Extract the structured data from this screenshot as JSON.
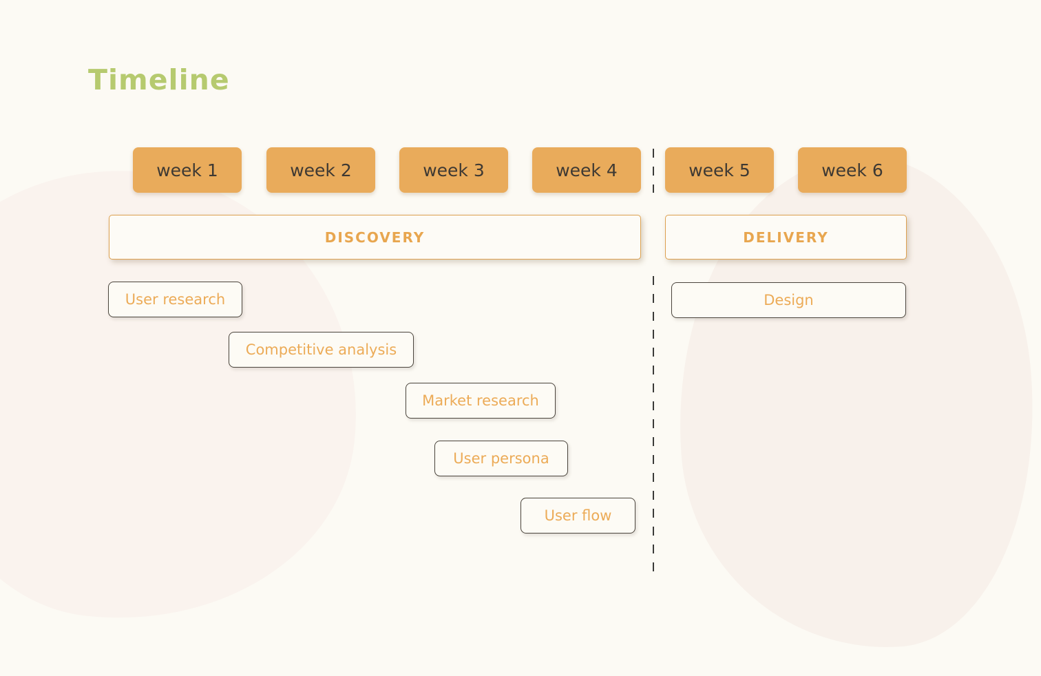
{
  "title": "Timeline",
  "weeks": [
    "week 1",
    "week 2",
    "week 3",
    "week 4",
    "week 5",
    "week 6"
  ],
  "phases": {
    "discovery": "DISCOVERY",
    "delivery": "DELIVERY"
  },
  "tasks": {
    "user_research": "User research",
    "competitive_analysis": "Competitive analysis",
    "market_research": "Market research",
    "user_persona": "User persona",
    "user_flow": "User flow",
    "design": "Design"
  },
  "colors": {
    "bg": "#fcfaf4",
    "blob-left": "#faf3ee",
    "blob-right": "#f8f1eb",
    "title-green": "#b6ca6f",
    "week-fill": "#e9ab5b",
    "week-text": "#3e3933",
    "phase-border": "#dda04f",
    "phase-fill": "#fdfbf6",
    "phase-text": "#e8a64f",
    "task-border": "#4a443c",
    "task-fill": "#fdfbf5",
    "task-text": "#ecab57",
    "divider": "#3a3a38"
  }
}
